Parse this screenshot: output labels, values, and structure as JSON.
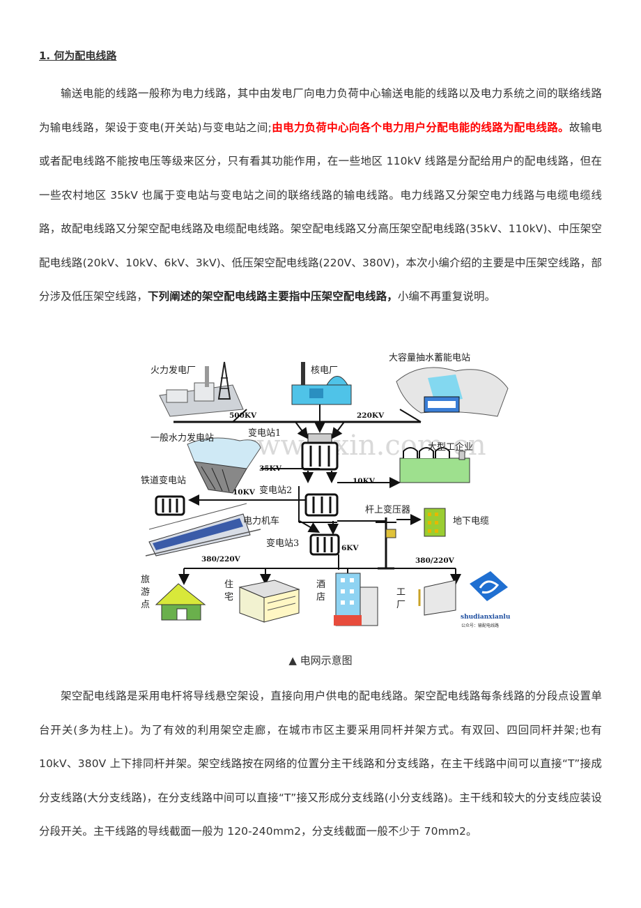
{
  "heading": "1. 何为配电线路",
  "para1": {
    "part1": "输送电能的线路一般称为电力线路，其中由发电厂向电力负荷中心输送电能的线路以及电力系统之间的联络线路为输电线路，架设于变电(开关站)与变电站之间;",
    "part2_red": "由电力负荷中心向各个电力用户分配电能的线路为配电线路。",
    "part3": "故输电或者配电线路不能按电压等级来区分，只有看其功能作用，在一些地区 110kV 线路是分配给用户的配电线路，但在一些农村地区 35kV 也属于变电站与变电站之间的联络线路的输电线路。电力线路又分架空电力线路与电缆电缆线路，故配电线路又分架空配电线路及电缆配电线路。架空配电线路又分高压架空配电线路(35kV、110kV)、中压架空配电线路(20kV、10kV、6kV、3kV)、低压架空配电线路(220V、380V)，本次小编介绍的主要是中压架空线路，部分涉及低压架空线路，",
    "part4_bold": "下列阐述的架空配电线路主要指中压架空配电线路，",
    "part5": "小编不再重复说明。"
  },
  "figure": {
    "labels": {
      "thermal": "火力发电厂",
      "nuclear": "核电厂",
      "pumped": "大容量抽水蓄能电站",
      "hydro": "一般水力发电站",
      "sub1": "变电站1",
      "sub2": "变电站2",
      "sub3": "变电站3",
      "industry": "大型工企业",
      "railway_sub": "铁道变电站",
      "locomotive": "电力机车",
      "pole_tx": "杆上变压器",
      "cable": "地下电缆",
      "tourist": "旅游点",
      "residence": "住宅",
      "hotel": "酒店",
      "factory": "工厂",
      "v500": "500KV",
      "v220": "220KV",
      "v35": "35KV",
      "v10a": "10KV",
      "v10b": "10KV",
      "v6": "6KV",
      "v380a": "380/220V",
      "v380b": "380/220V",
      "watermark": "www.zixin.com.cn",
      "logo_text": "shudianxianlu",
      "logo_sub": "公众号：输配电线路"
    }
  },
  "caption": "▲ 电网示意图",
  "para2": "架空配电线路是采用电杆将导线悬空架设，直接向用户供电的配电线路。架空配电线路每条线路的分段点设置单台开关(多为柱上)。为了有效的利用架空走廊，在城市市区主要采用同杆并架方式。有双回、四回同杆并架;也有 10kV、380V 上下排同杆并架。架空线路按在网络的位置分主干线路和分支线路，在主干线路中间可以直接“T”接成分支线路(大分支线路)，在分支线路中间可以直接“T”接又形成分支线路(小分支线路)。主干线和较大的分支线应装设分段开关。主干线路的导线截面一般为 120-240mm2，分支线截面一般不少于 70mm2。"
}
